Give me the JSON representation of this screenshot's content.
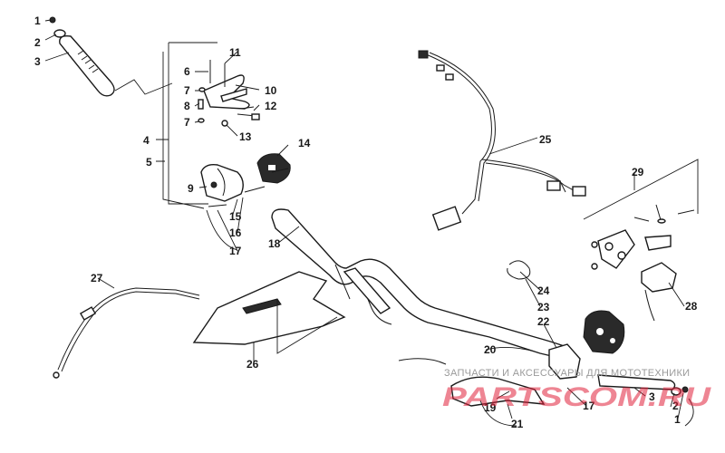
{
  "callouts": {
    "c1_top": "1",
    "c2_top": "2",
    "c3_top": "3",
    "c4": "4",
    "c5": "5",
    "c6": "6",
    "c7a": "7",
    "c8": "8",
    "c7b": "7",
    "c9": "9",
    "c10": "10",
    "c11": "11",
    "c12": "12",
    "c13": "13",
    "c14": "14",
    "c15": "15",
    "c16": "16",
    "c17_left": "17",
    "c18": "18",
    "c19": "19",
    "c20": "20",
    "c21": "21",
    "c22": "22",
    "c23": "23",
    "c24": "24",
    "c25": "25",
    "c26": "26",
    "c27": "27",
    "c28": "28",
    "c29": "29",
    "c17_right": "17",
    "c3_bottom": "3",
    "c2_bottom": "2",
    "c1_bottom": "1"
  },
  "watermark": {
    "text": "ЗАПЧАСТИ И АКСЕССУАРЫ ДЛЯ МОТОТЕХНИКИ",
    "logo": "PARTSCOM.RU",
    "color": "#e0203a"
  }
}
